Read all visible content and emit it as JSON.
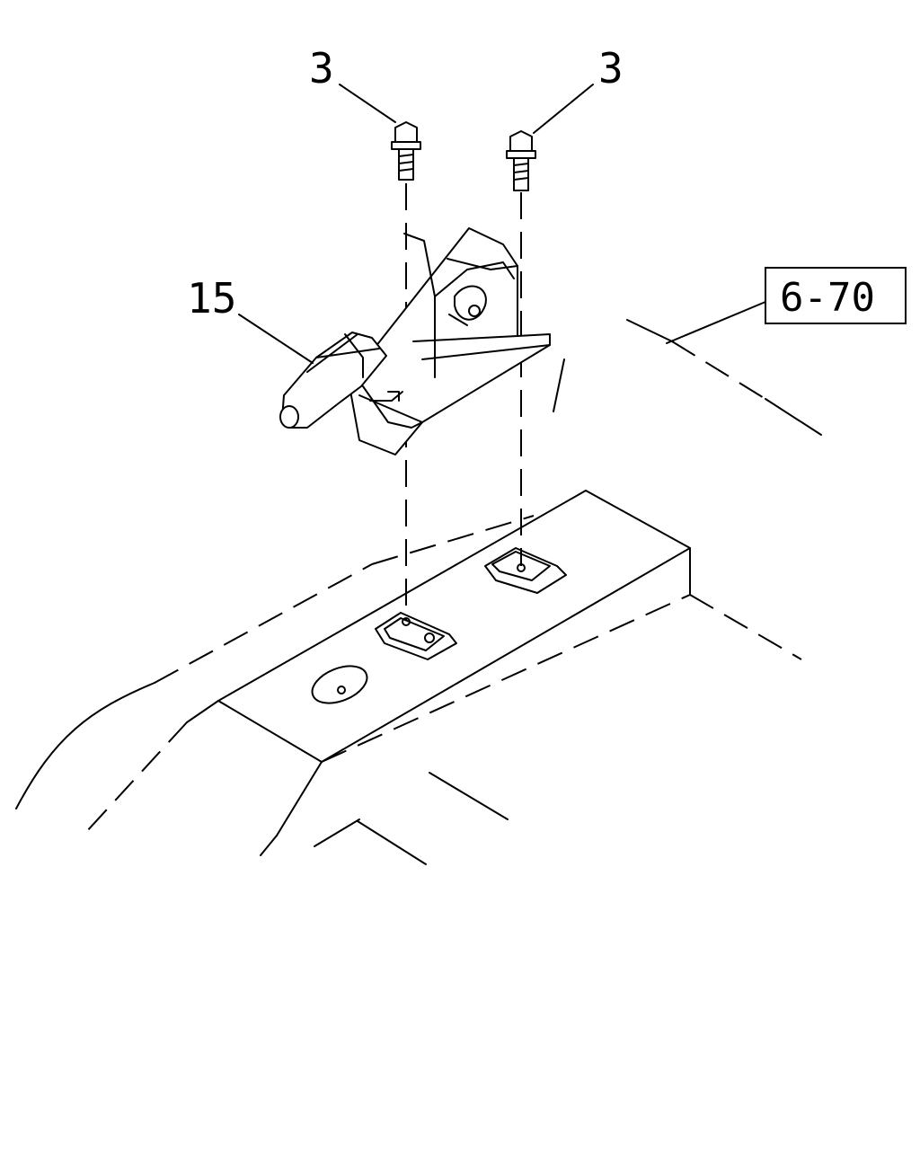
{
  "callouts": {
    "bolt_left": "3",
    "bolt_right": "3",
    "lever_assembly": "15"
  },
  "reference_box": {
    "label": "6-70"
  }
}
